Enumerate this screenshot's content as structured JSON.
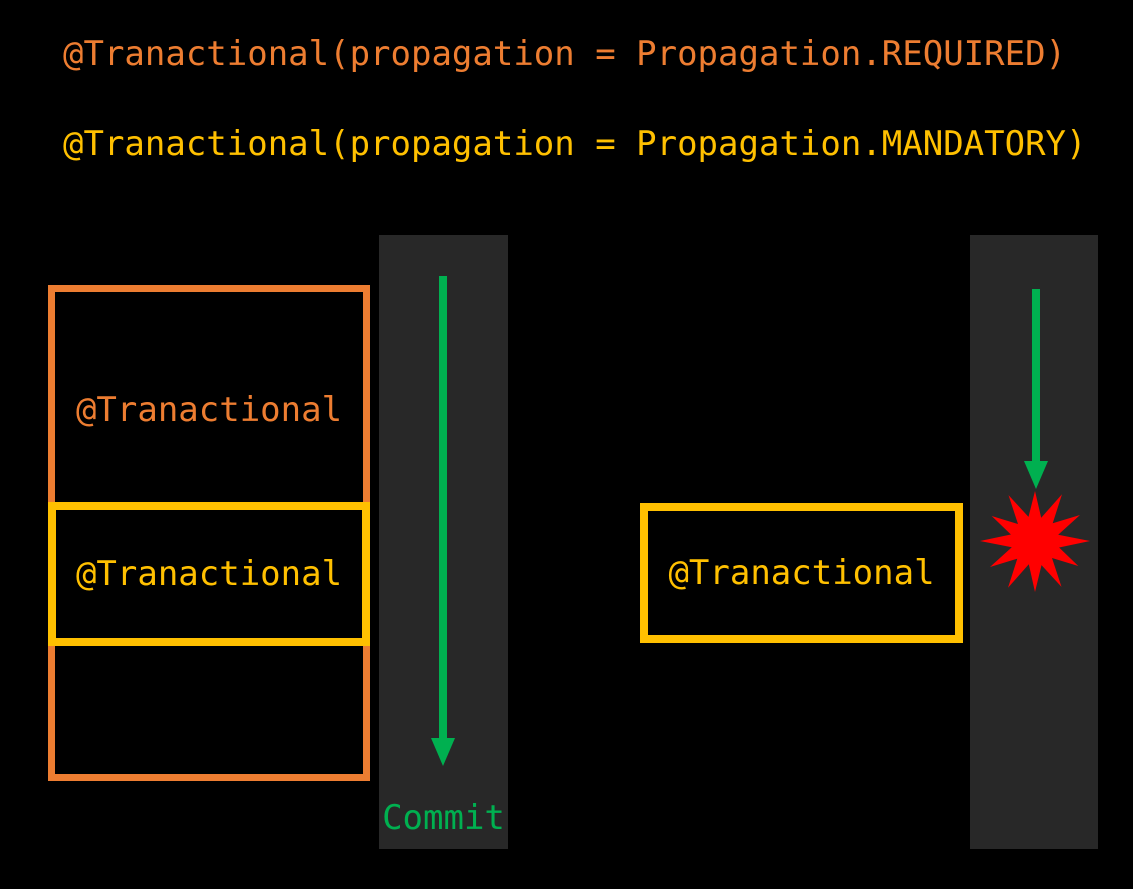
{
  "canvas": {
    "background": "#000000"
  },
  "header": {
    "line1": {
      "text": "@Tranactional(propagation = Propagation.REQUIRED)",
      "color": "#ED7D31"
    },
    "line2": {
      "text": "@Tranactional(propagation = Propagation.MANDATORY)",
      "color": "#FFC000"
    }
  },
  "left_diagram": {
    "outer_box": {
      "label": "@Tranactional",
      "border_color": "#ED7D31"
    },
    "inner_box": {
      "label": "@Tranactional",
      "border_color": "#FFC000"
    },
    "transaction_bar_color": "#282828",
    "arrow": {
      "color": "#00B050"
    },
    "commit_label": {
      "text": "Commit",
      "color": "#00B050"
    }
  },
  "right_diagram": {
    "box": {
      "label": "@Tranactional",
      "border_color": "#FFC000"
    },
    "transaction_bar_color": "#282828",
    "arrow": {
      "color": "#00B050"
    },
    "explosion": {
      "color": "#FF0000"
    }
  }
}
